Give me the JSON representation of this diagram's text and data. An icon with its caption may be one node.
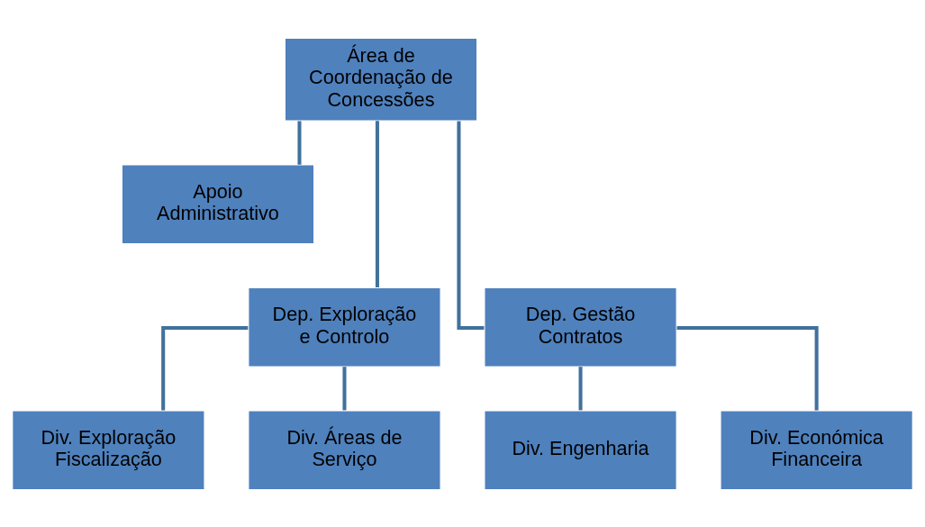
{
  "diagram": {
    "nodes": [
      {
        "text": [
          "Área de Coordenação de Concessões"
        ]
      },
      {
        "text": [
          "Apoio Administrativo"
        ]
      },
      {
        "text": [
          "Dep. Exploração e Controlo"
        ]
      },
      {
        "text": [
          "Dep. Gestão Contratos"
        ]
      },
      {
        "text": [
          "Div. Exploração Fiscalização"
        ]
      },
      {
        "text": [
          "Div. Áreas de Serviço"
        ]
      },
      {
        "text": [
          "Div. Engenharia"
        ]
      },
      {
        "text": [
          "Div. Económica Financeira"
        ]
      }
    ],
    "edges": [
      {
        "from": 0,
        "to": 1,
        "arrow": "none"
      },
      {
        "from": 0,
        "to": 2,
        "arrow": "none"
      },
      {
        "from": 0,
        "to": 3,
        "arrow": "none"
      },
      {
        "from": 2,
        "to": 4,
        "arrow": "none"
      },
      {
        "from": 2,
        "to": 5,
        "arrow": "none"
      },
      {
        "from": 3,
        "to": 6,
        "arrow": "none"
      },
      {
        "from": 3,
        "to": 7,
        "arrow": "none"
      }
    ]
  }
}
